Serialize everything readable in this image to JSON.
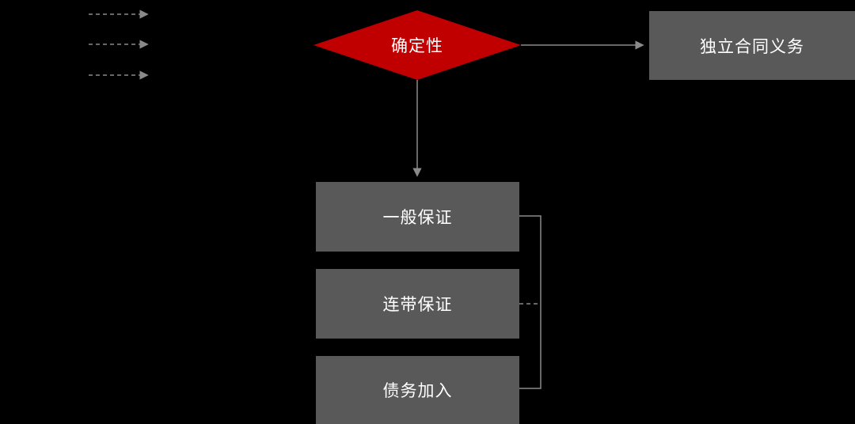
{
  "diagram": {
    "background": "#000000",
    "colors": {
      "node_fill": "#595959",
      "decision_fill": "#c00000",
      "connector": "#8a8a8a",
      "text": "#ffffff"
    },
    "nodes": {
      "decision": {
        "label": "确定性",
        "shape": "diamond"
      },
      "independent": {
        "label": "独立合同义务",
        "shape": "rect"
      },
      "general": {
        "label": "一般保证",
        "shape": "rect"
      },
      "joint": {
        "label": "连带保证",
        "shape": "rect"
      },
      "debt": {
        "label": "债务加入",
        "shape": "rect"
      }
    },
    "connectors": [
      {
        "name": "dashed-arrows-left",
        "style": "dashed-arrow",
        "count": 3,
        "direction": "right"
      },
      {
        "from": "decision",
        "to": "independent",
        "style": "solid-arrow"
      },
      {
        "from": "decision",
        "to": "general",
        "style": "solid-arrow"
      },
      {
        "from": "general",
        "to": "debt",
        "style": "right-bracket",
        "middle_stub": "dashed-to-joint"
      }
    ]
  }
}
